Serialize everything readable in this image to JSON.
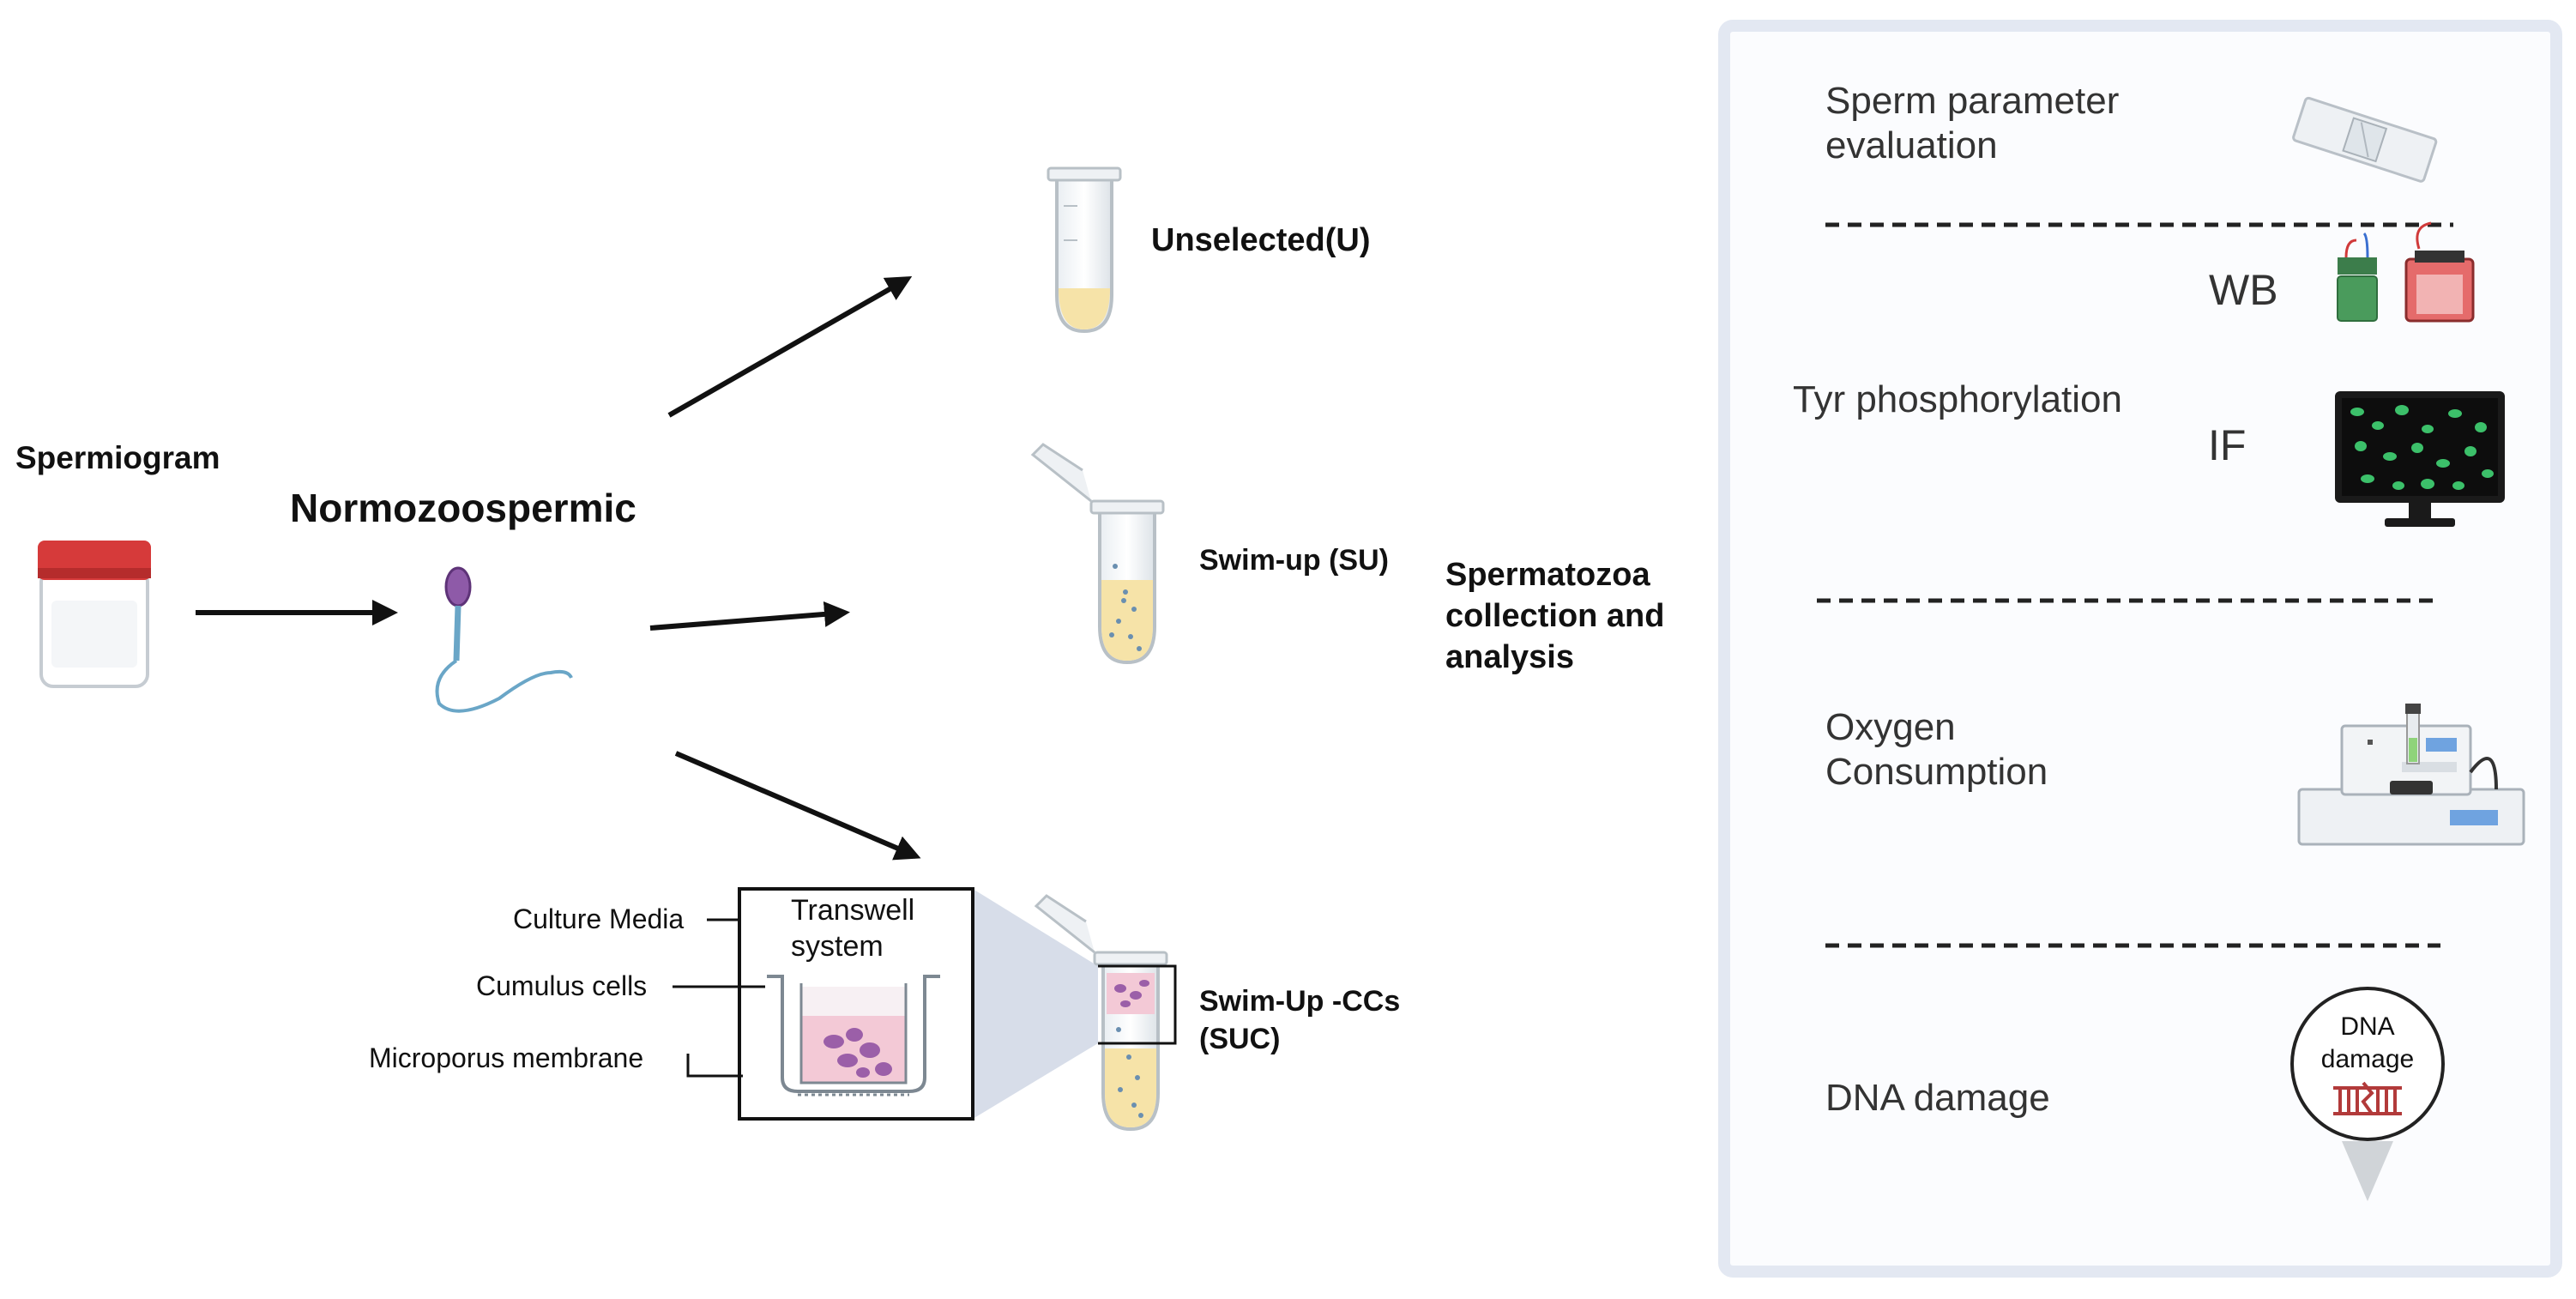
{
  "left": {
    "spermiogram": "Spermiogram",
    "normozoospermic": "Normozoospermic",
    "unselected": "Unselected(U)",
    "swim_up": "Swim-up (SU)",
    "swim_up_ccs_line1": "Swim-Up -CCs",
    "swim_up_ccs_line2": "(SUC)",
    "collection_line1": "Spermatozoa",
    "collection_line2": "collection and",
    "collection_line3": "analysis"
  },
  "transwell": {
    "title_line1": "Transwell",
    "title_line2": "system",
    "culture_media": "Culture Media",
    "cumulus_cells": "Cumulus cells",
    "membrane": "Microporus membrane"
  },
  "analysis_panel": {
    "sperm_param_line1": "Sperm parameter",
    "sperm_param_line2": "evaluation",
    "wb": "WB",
    "tyr": "Tyr phosphorylation",
    "if": "IF",
    "oxygen_line1": "Oxygen",
    "oxygen_line2": "Consumption",
    "dna_damage": "DNA damage",
    "dna_icon_line1": "DNA",
    "dna_icon_line2": "damage"
  },
  "colors": {
    "panel_border": "#e3e8f2",
    "panel_fill": "#fbfcfe",
    "jar_lid": "#d63a3a",
    "tube_liquid": "#f6e3a8",
    "transwell_pink": "#f3c9d6",
    "cells": "#9b5fa8",
    "monitor_cells": "#3cc06a"
  }
}
